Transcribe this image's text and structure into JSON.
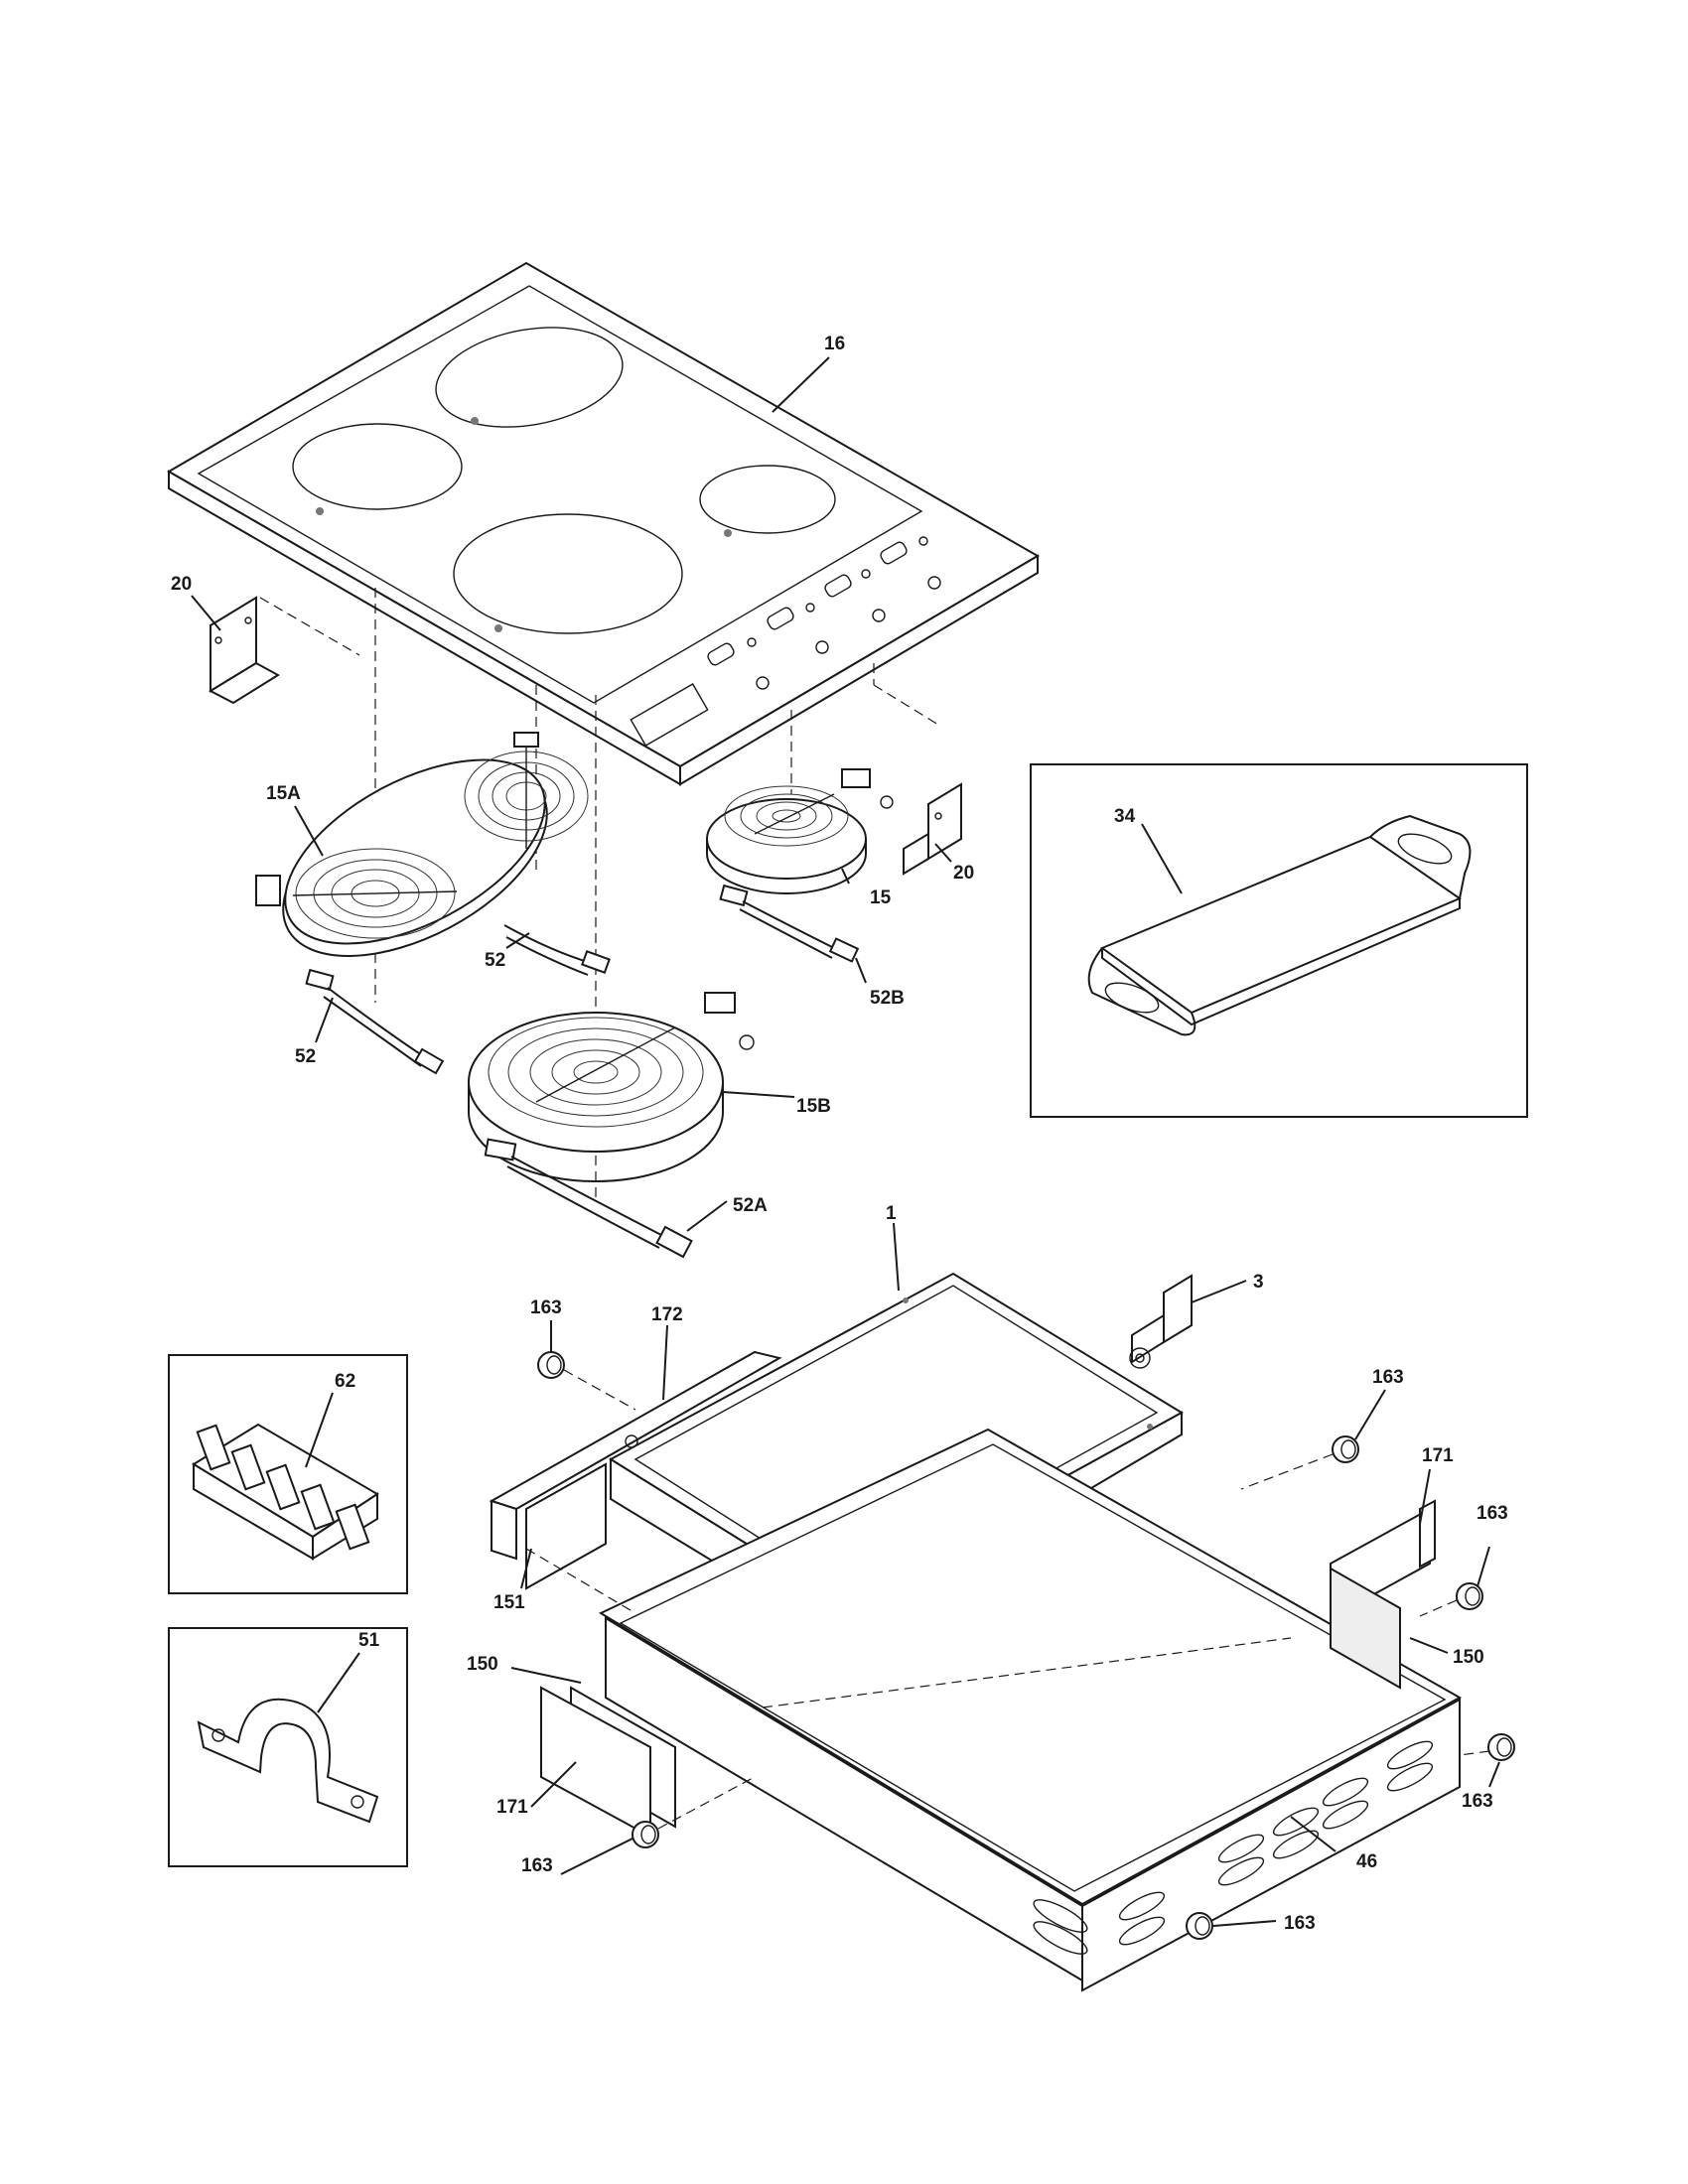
{
  "diagram": {
    "labels": {
      "p16": "16",
      "p20_left": "20",
      "p20_right": "20",
      "p15A": "15A",
      "p15": "15",
      "p52_a": "52",
      "p52_b": "52",
      "p52B": "52B",
      "p15B": "15B",
      "p52A": "52A",
      "p34": "34",
      "p1": "1",
      "p3": "3",
      "p163_a": "163",
      "p172": "172",
      "p163_b": "163",
      "p171_right": "171",
      "p163_c": "163",
      "p151": "151",
      "p150_right": "150",
      "p150_left": "150",
      "p171_left": "171",
      "p163_d": "163",
      "p163_e": "163",
      "p46": "46",
      "p163_f": "163",
      "p62": "62",
      "p51": "51"
    }
  }
}
